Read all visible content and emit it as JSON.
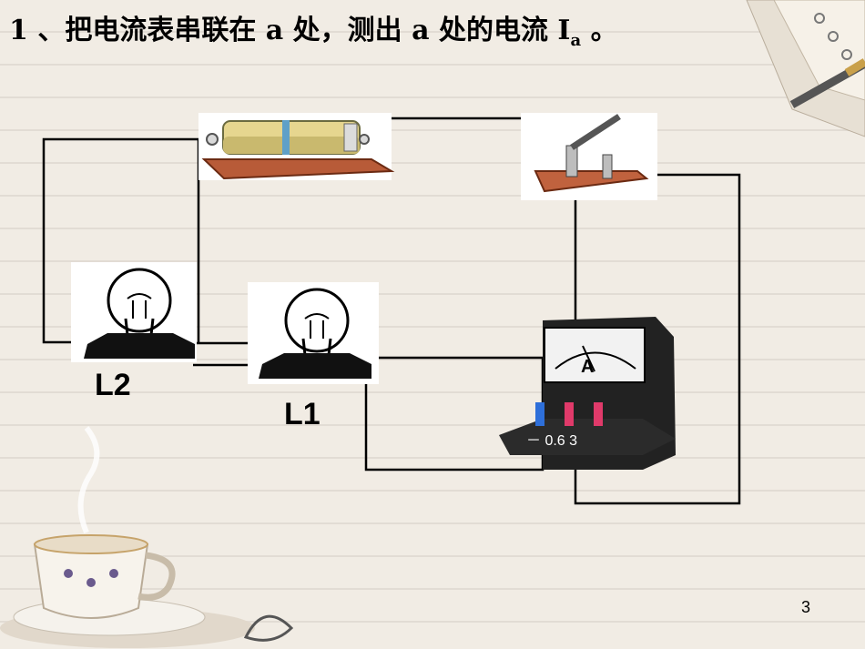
{
  "slide": {
    "title_main": "1 、把电流表串联在 a 处，测出 a 处的电流 I",
    "title_sub": "a",
    "title_end": " 。",
    "labels": {
      "l2": "L2",
      "l1": "L1"
    },
    "ammeter": {
      "letter": "A",
      "terminals": "－ 0.6 3"
    },
    "page_number": "3"
  }
}
